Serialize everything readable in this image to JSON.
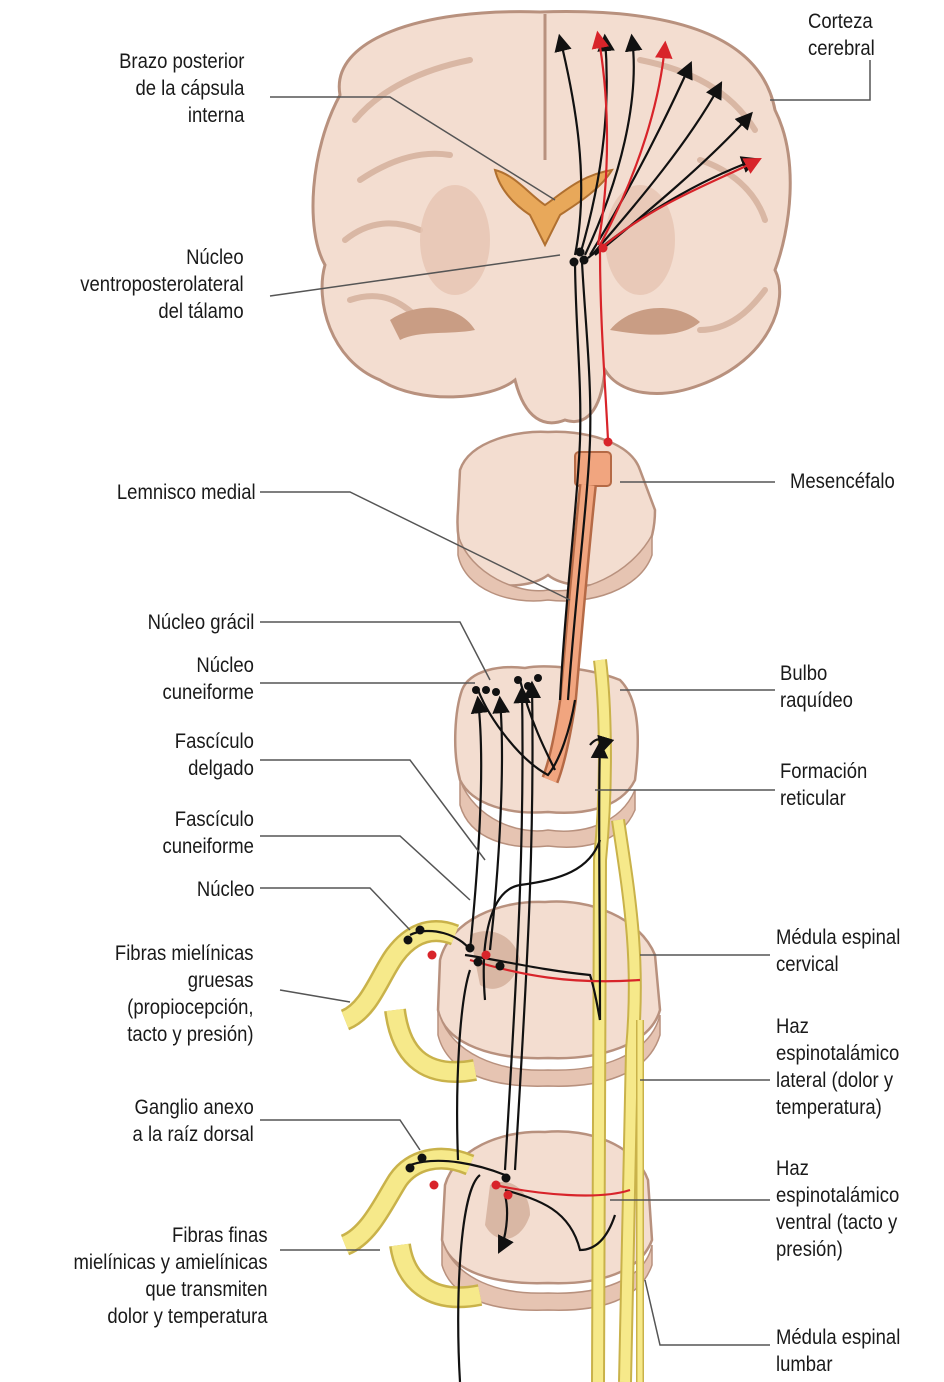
{
  "labels_left": {
    "brazo_posterior": "Brazo posterior\nde la cápsula\ninterna",
    "nucleo_vpl": "Núcleo\nventroposterolateral\ndel tálamo",
    "lemnisco_medial": "Lemnisco medial",
    "nucleo_gracil": "Núcleo grácil",
    "nucleo_cuneiforme": "Núcleo\ncuneiforme",
    "fasciculo_delgado": "Fascículo\ndelgado",
    "fasciculo_cuneiforme": "Fascículo\ncuneiforme",
    "nucleo": "Núcleo",
    "fibras_mielinicas_gruesas": "Fibras mielínicas\ngruesas\n(propiocepción,\ntacto y presión)",
    "ganglio_anexo": "Ganglio anexo\na la raíz dorsal",
    "fibras_finas": "Fibras finas\nmielínicas y amielínicas\nque transmiten\ndolor y temperatura"
  },
  "labels_right": {
    "corteza_cerebral": "Corteza\ncerebral",
    "mesencefalo": "Mesencéfalo",
    "bulbo_raquideo": "Bulbo\nraquídeo",
    "formacion_reticular": "Formación\nreticular",
    "medula_cervical": "Médula espinal\ncervical",
    "haz_lateral": "Haz\nespinotalámico\nlateral (dolor y\ntemperatura)",
    "haz_ventral": "Haz\nespinotalámico\nventral (tacto y\npresión)",
    "medula_lumbar": "Médula espinal\nlumbar"
  },
  "colors": {
    "brain_tissue": "#f3ddd0",
    "brain_dark": "#e6c4b2",
    "outline": "#b8917e",
    "spinal_yellow": "#f6e98a",
    "lemniscus_orange": "#f1a57f",
    "pathway_black": "#111111",
    "pathway_red": "#d8242a",
    "leader_line": "#555555"
  }
}
